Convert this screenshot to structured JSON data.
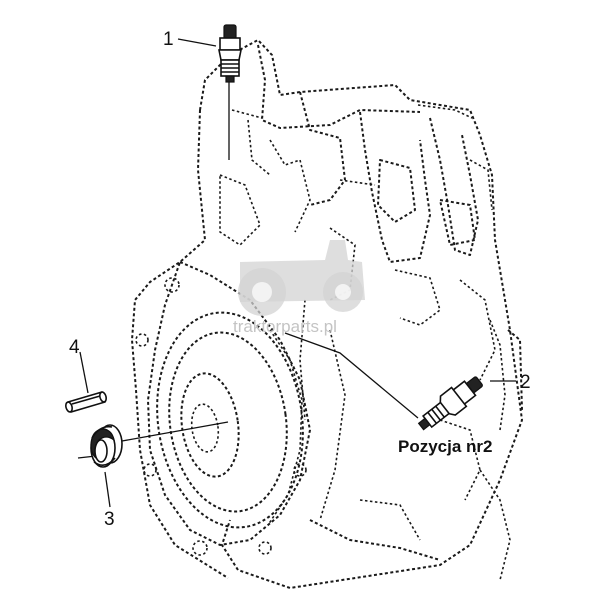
{
  "callouts": {
    "c1": "1",
    "c2": "2",
    "c3": "3",
    "c4": "4"
  },
  "caption": "Pozycja nr2",
  "watermark": {
    "text": "traktorparts.pl"
  },
  "colors": {
    "line": "#1a1a1a",
    "background": "#ffffff",
    "watermark": "#d3d3d3"
  }
}
